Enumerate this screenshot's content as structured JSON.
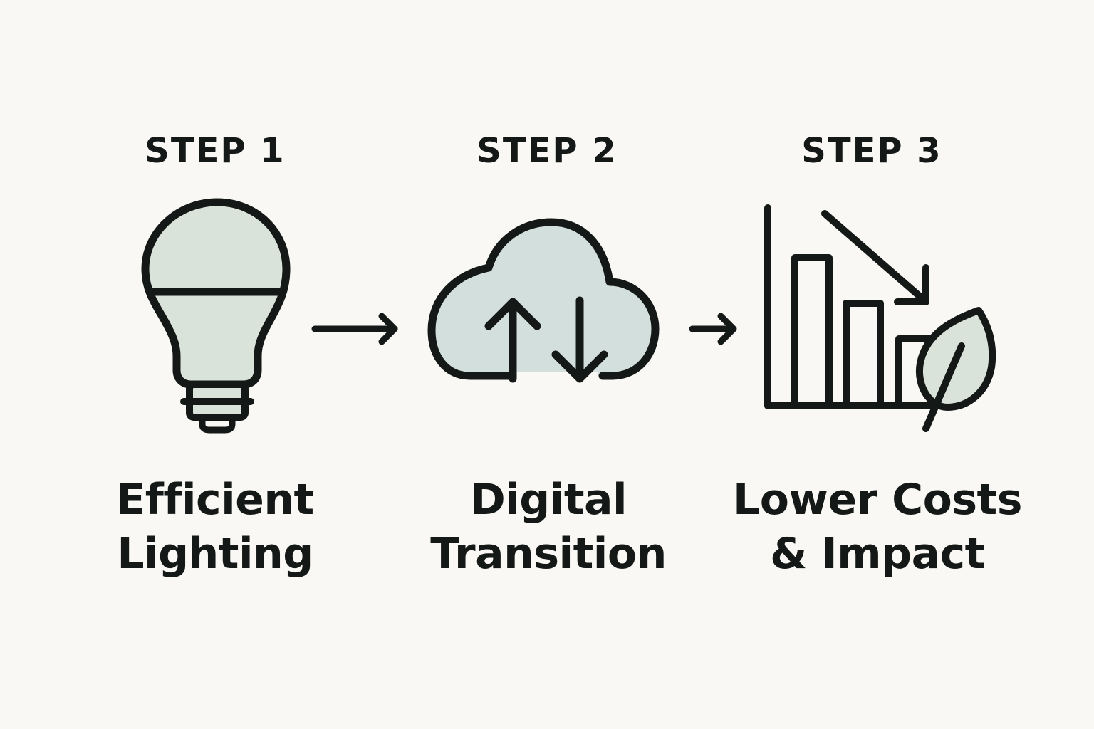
{
  "colors": {
    "background": "#f9f8f4",
    "stroke": "#141816",
    "fill_green": "#d9e3da",
    "fill_blue": "#d2dfdd"
  },
  "steps": [
    {
      "title": "STEP 1",
      "label_line1": "Efficient",
      "label_line2": "Lighting",
      "icon": "lightbulb-icon"
    },
    {
      "title": "STEP 2",
      "label_line1": "Digital",
      "label_line2": "Transition",
      "icon": "cloud-sync-icon"
    },
    {
      "title": "STEP 3",
      "label_line1": "Lower Costs",
      "label_line2": "& Impact",
      "icon": "declining-chart-leaf-icon"
    }
  ],
  "connectors": [
    "arrow-right-icon",
    "arrow-right-icon"
  ]
}
